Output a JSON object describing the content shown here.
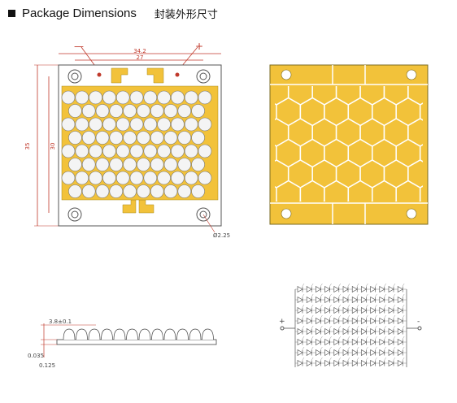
{
  "header": {
    "bullet_icon": "black-square-icon",
    "title_en": "Package Dimensions",
    "title_cn": "封装外形尺寸"
  },
  "top_view": {
    "minus_label": "—",
    "plus_label": "+",
    "width_outer": "34.2",
    "width_inner": "27",
    "height_outer": "35",
    "height_inner": "30",
    "hole_label": "Ø2.25",
    "emitter_rows": 8,
    "emitter_cols": 11
  },
  "back_view": {
    "pad_color": "#F2C23A",
    "hole_color": "#FFFFFF"
  },
  "side_view": {
    "dim_height": "3.8±0.1",
    "dim_a": "0.035",
    "dim_b": "0.125"
  },
  "circuit": {
    "minus_label": "+",
    "plus_label": "-",
    "rows": 8,
    "cols": 12
  }
}
